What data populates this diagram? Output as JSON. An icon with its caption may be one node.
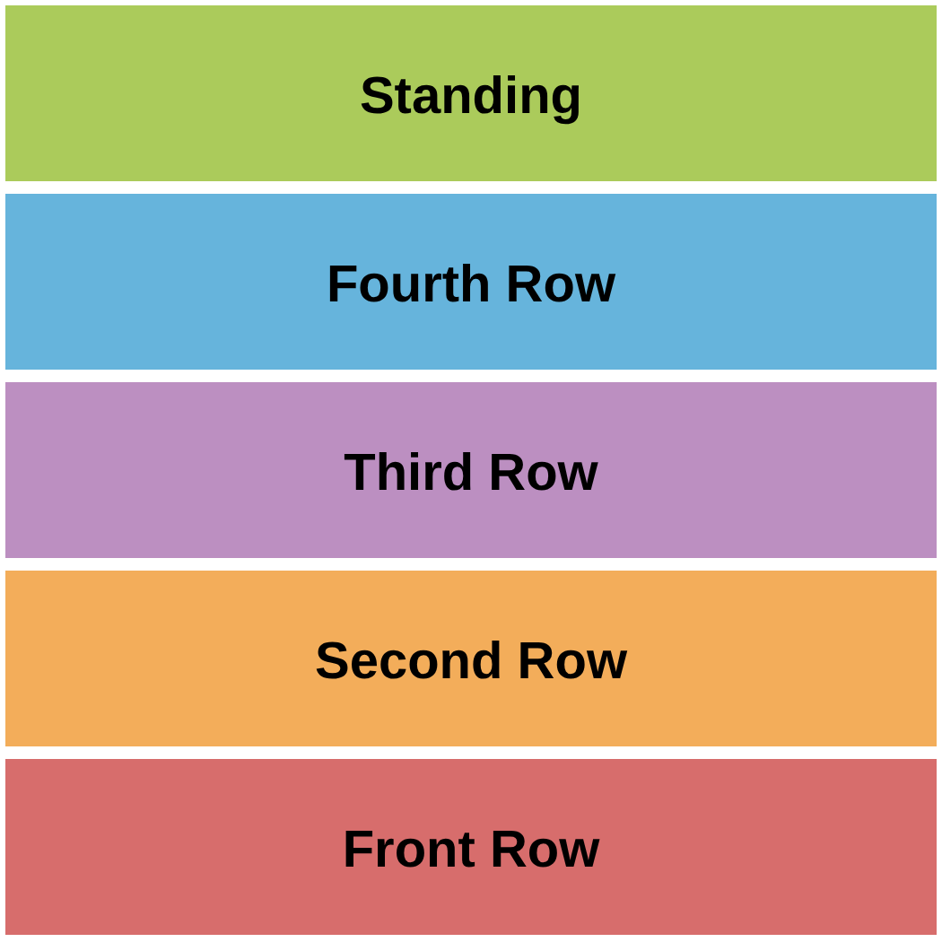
{
  "diagram": {
    "nodes": [
      {
        "text": [
          "Standing"
        ]
      },
      {
        "text": [
          "Fourth Row"
        ]
      },
      {
        "text": [
          "Third Row"
        ]
      },
      {
        "text": [
          "Second Row"
        ]
      },
      {
        "text": [
          "Front Row"
        ]
      }
    ]
  }
}
